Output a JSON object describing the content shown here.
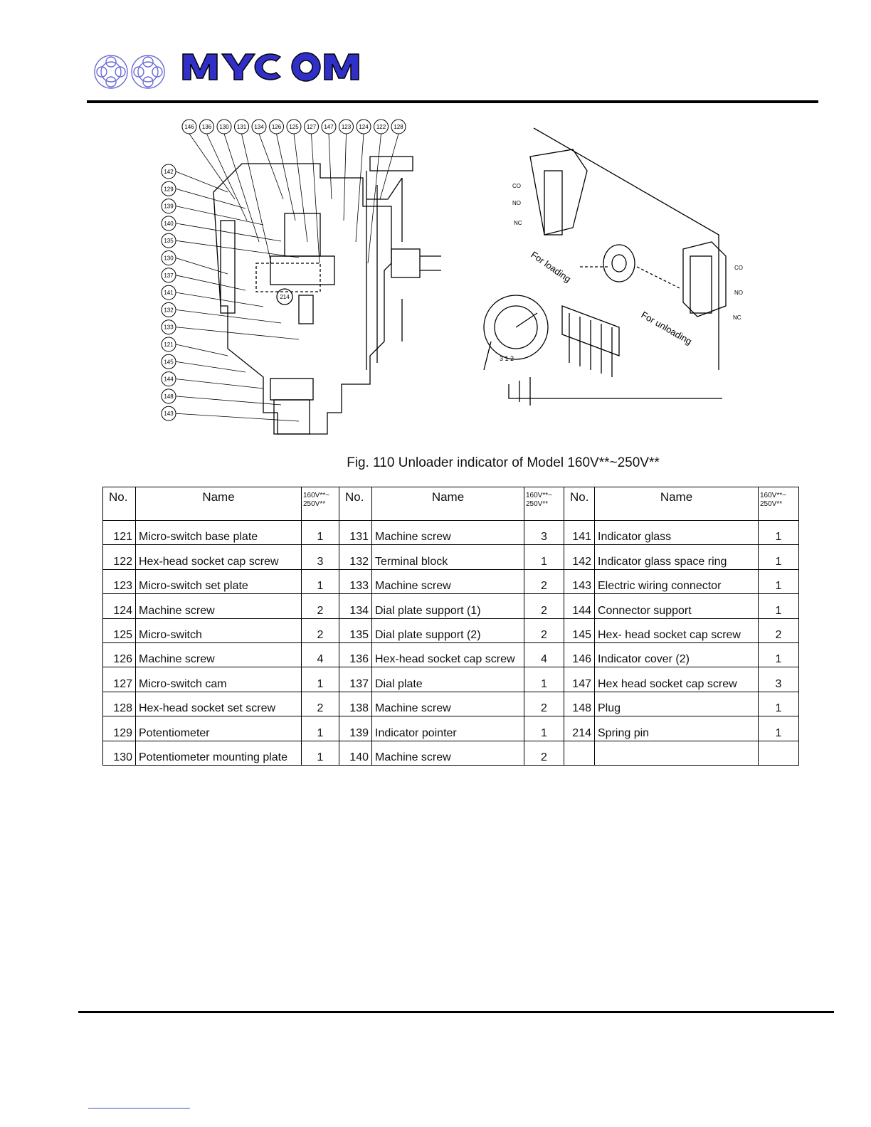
{
  "logo": {
    "brand": "MYCOM"
  },
  "figure": {
    "caption": "Fig. 110  Unloader indicator of Model 160V**~250V**",
    "top_callouts": [
      "146",
      "136",
      "130",
      "131",
      "134",
      "126",
      "125",
      "127",
      "147",
      "123",
      "124",
      "122",
      "128"
    ],
    "left_callouts": [
      "142",
      "129",
      "139",
      "140",
      "135",
      "130",
      "137",
      "141",
      "132",
      "133",
      "121",
      "145",
      "144",
      "148",
      "143"
    ],
    "inner_callout": "214",
    "switch_left_labels": [
      "CO",
      "NO",
      "NC"
    ],
    "switch_right_labels": [
      "CO",
      "NO",
      "NC"
    ],
    "for_loading": "For loading",
    "for_unloading": "For unloading",
    "pot_terminals": "3 1 2"
  },
  "table": {
    "headers": {
      "no": "No.",
      "name": "Name",
      "qty_line1": "160V**~",
      "qty_line2": "250V**"
    },
    "rows": [
      [
        [
          "121",
          "Micro-switch base plate",
          "1"
        ],
        [
          "131",
          "Machine screw",
          "3"
        ],
        [
          "141",
          "Indicator glass",
          "1"
        ]
      ],
      [
        [
          "122",
          "Hex-head socket cap screw",
          "3"
        ],
        [
          "132",
          "Terminal block",
          "1"
        ],
        [
          "142",
          "Indicator glass space ring",
          "1"
        ]
      ],
      [
        [
          "123",
          "Micro-switch set plate",
          "1"
        ],
        [
          "133",
          "Machine screw",
          "2"
        ],
        [
          "143",
          "Electric wiring connector",
          "1"
        ]
      ],
      [
        [
          "124",
          "Machine screw",
          "2"
        ],
        [
          "134",
          "Dial plate support (1)",
          "2"
        ],
        [
          "144",
          "Connector support",
          "1"
        ]
      ],
      [
        [
          "125",
          "Micro-switch",
          "2"
        ],
        [
          "135",
          "Dial plate support (2)",
          "2"
        ],
        [
          "145",
          "Hex- head socket cap screw",
          "2"
        ]
      ],
      [
        [
          "126",
          "Machine screw",
          "4"
        ],
        [
          "136",
          "Hex-head socket cap screw",
          "4"
        ],
        [
          "146",
          "Indicator cover (2)",
          "1"
        ]
      ],
      [
        [
          "127",
          "Micro-switch cam",
          "1"
        ],
        [
          "137",
          "Dial plate",
          "1"
        ],
        [
          "147",
          "Hex head socket cap screw",
          "3"
        ]
      ],
      [
        [
          "128",
          "Hex-head socket set screw",
          "2"
        ],
        [
          "138",
          "Machine screw",
          "2"
        ],
        [
          "148",
          "Plug",
          "1"
        ]
      ],
      [
        [
          "129",
          "Potentiometer",
          "1"
        ],
        [
          "139",
          "Indicator pointer",
          "1"
        ],
        [
          "214",
          "Spring pin",
          "1"
        ]
      ],
      [
        [
          "130",
          "Potentiometer mounting plate",
          "1"
        ],
        [
          "140",
          "Machine screw",
          "2"
        ],
        [
          "",
          "",
          ""
        ]
      ]
    ]
  }
}
